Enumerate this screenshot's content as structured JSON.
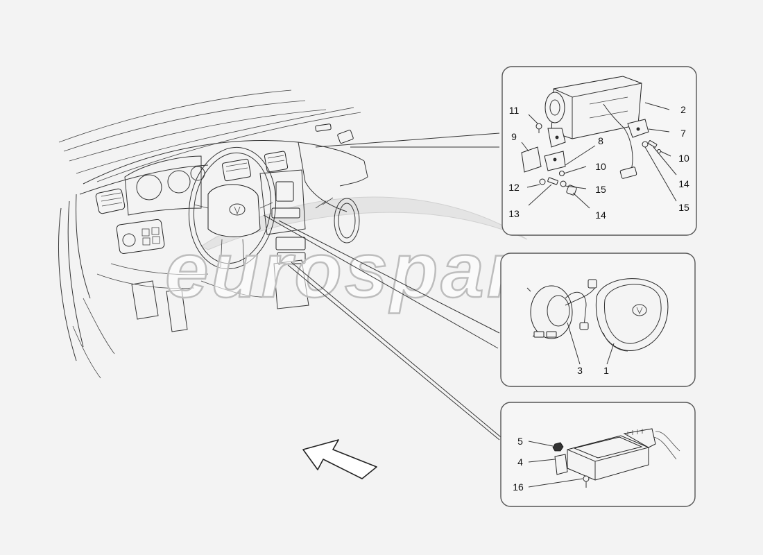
{
  "watermark": {
    "text": "eurospares"
  },
  "callouts": {
    "c1": "1",
    "c2": "2",
    "c3": "3",
    "c4": "4",
    "c5": "5",
    "c7": "7",
    "c8": "8",
    "c9": "9",
    "c10a": "10",
    "c10b": "10",
    "c11": "11",
    "c12": "12",
    "c13": "13",
    "c14a": "14",
    "c14b": "14",
    "c15a": "15",
    "c15b": "15",
    "c16": "16"
  },
  "colors": {
    "line": "#333333",
    "panel_fill": "#f6f6f6",
    "background": "#f3f3f3",
    "watermark_stroke": "#bdbdbd"
  },
  "icons": {
    "direction": "direction-arrow-icon"
  }
}
